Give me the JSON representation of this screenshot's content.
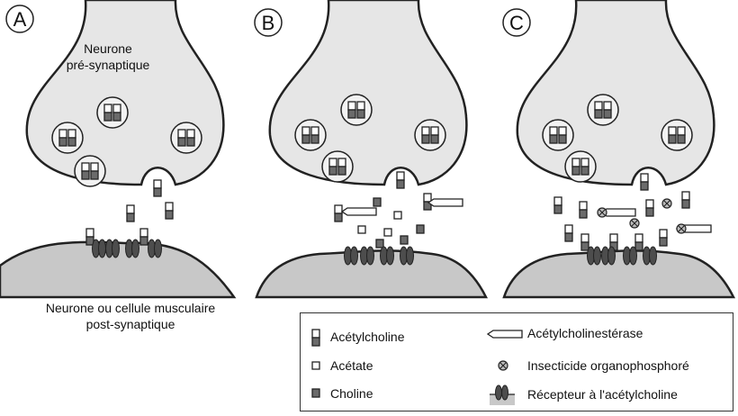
{
  "panels": [
    {
      "letter": "A"
    },
    {
      "letter": "B"
    },
    {
      "letter": "C"
    }
  ],
  "labels": {
    "presynaptic_line1": "Neurone",
    "presynaptic_line2": "pré-synaptique",
    "postsynaptic_line1": "Neurone ou cellule musculaire",
    "postsynaptic_line2": "post-synaptique"
  },
  "legend": {
    "acetylcholine": "Acétylcholine",
    "acetate": "Acétate",
    "choline": "Choline",
    "acetylcholinesterase": "Acétylcholinestérase",
    "insecticide": "Insecticide organophosphoré",
    "receptor": "Récepteur à l'acétylcholine"
  },
  "colors": {
    "cell_fill": "#e6e6e6",
    "post_cell_fill": "#c8c8c8",
    "choline_fill": "#6b6b6b",
    "receptor_fill": "#4d4d4d",
    "outline": "#222222"
  }
}
